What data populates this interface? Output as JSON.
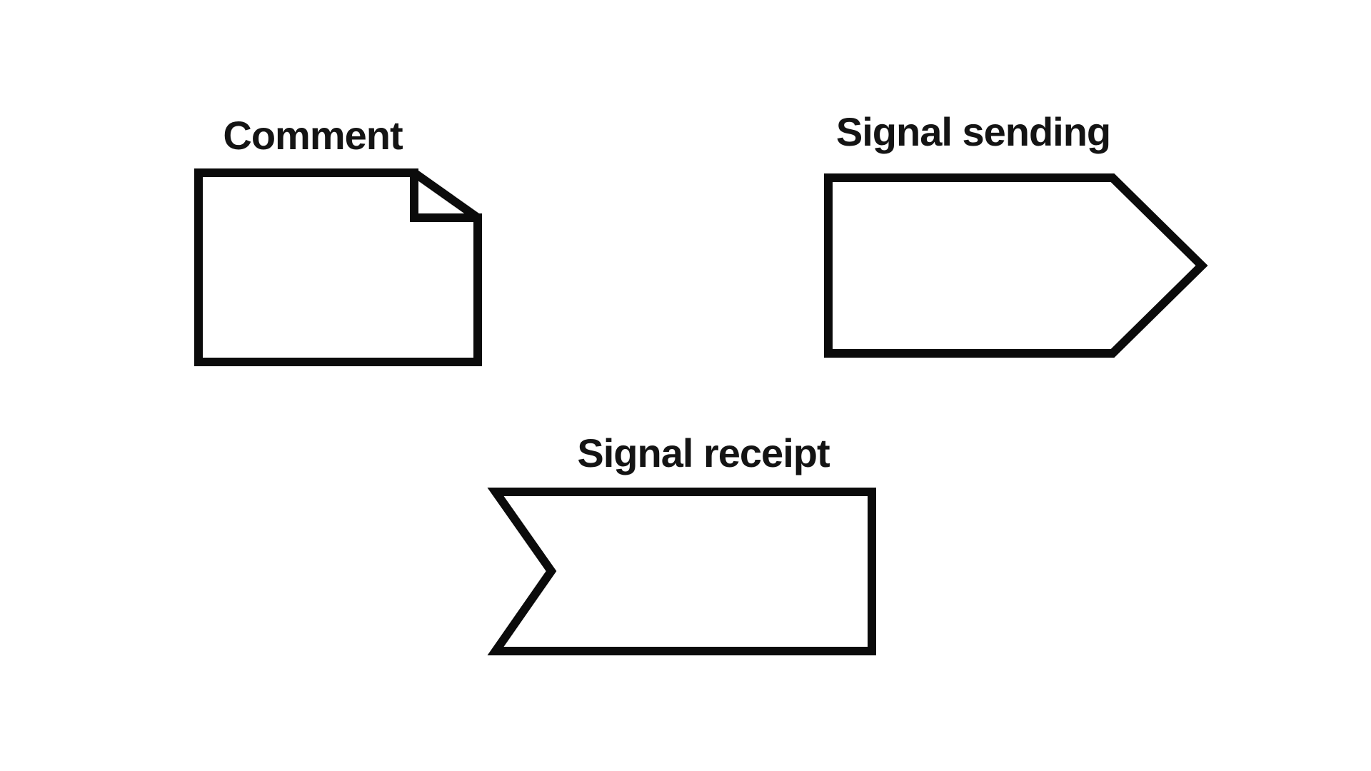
{
  "canvas": {
    "background": "#ffffff"
  },
  "style": {
    "stroke_color": "#0b0b0b",
    "label_color": "#141414"
  },
  "shapes": [
    {
      "id": "comment",
      "label": "Comment",
      "icon": "note-shape"
    },
    {
      "id": "signal-sending",
      "label": "Signal sending",
      "icon": "signal-send-shape"
    },
    {
      "id": "signal-receipt",
      "label": "Signal receipt",
      "icon": "signal-receipt-shape"
    }
  ]
}
